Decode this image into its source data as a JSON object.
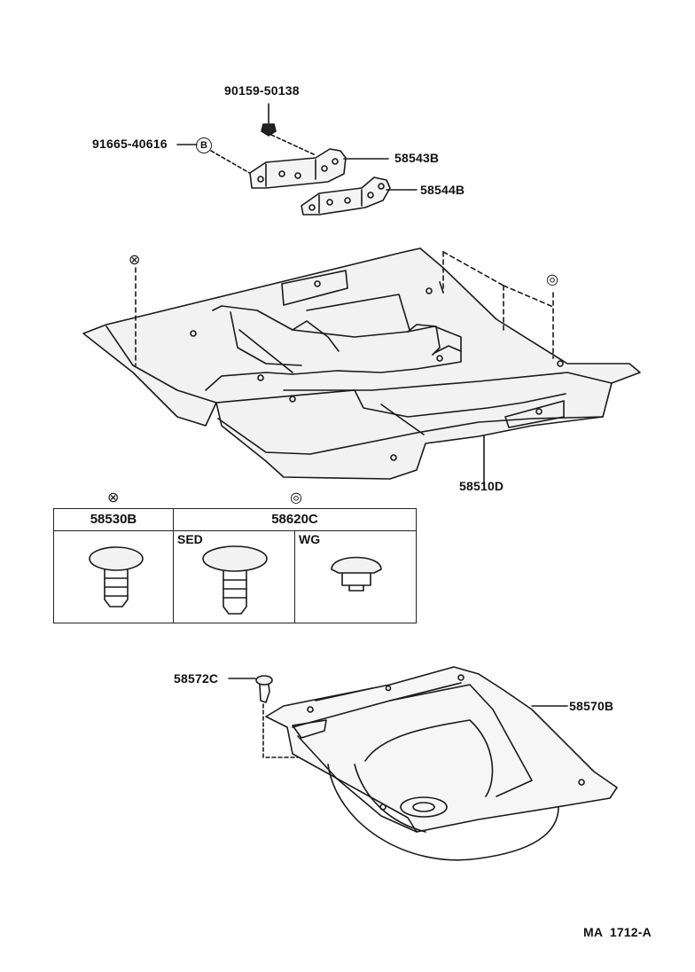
{
  "parts": {
    "bolt": "90159-50138",
    "stud": "91665-40616",
    "stud_marker": "B",
    "bracket_upper": "58543B",
    "bracket_lower": "58544B",
    "floor_carpet": "58510D",
    "clip_rear": "58572C",
    "rear_carpet": "58570B"
  },
  "symbols": {
    "cross_circle": "⊗",
    "double_circle": "◎"
  },
  "clip_table": {
    "col1_header": "58530B",
    "col2_header": "58620C",
    "sub_sed": "SED",
    "sub_wg": "WG"
  },
  "footer": {
    "ref": "MA  1712-A"
  }
}
